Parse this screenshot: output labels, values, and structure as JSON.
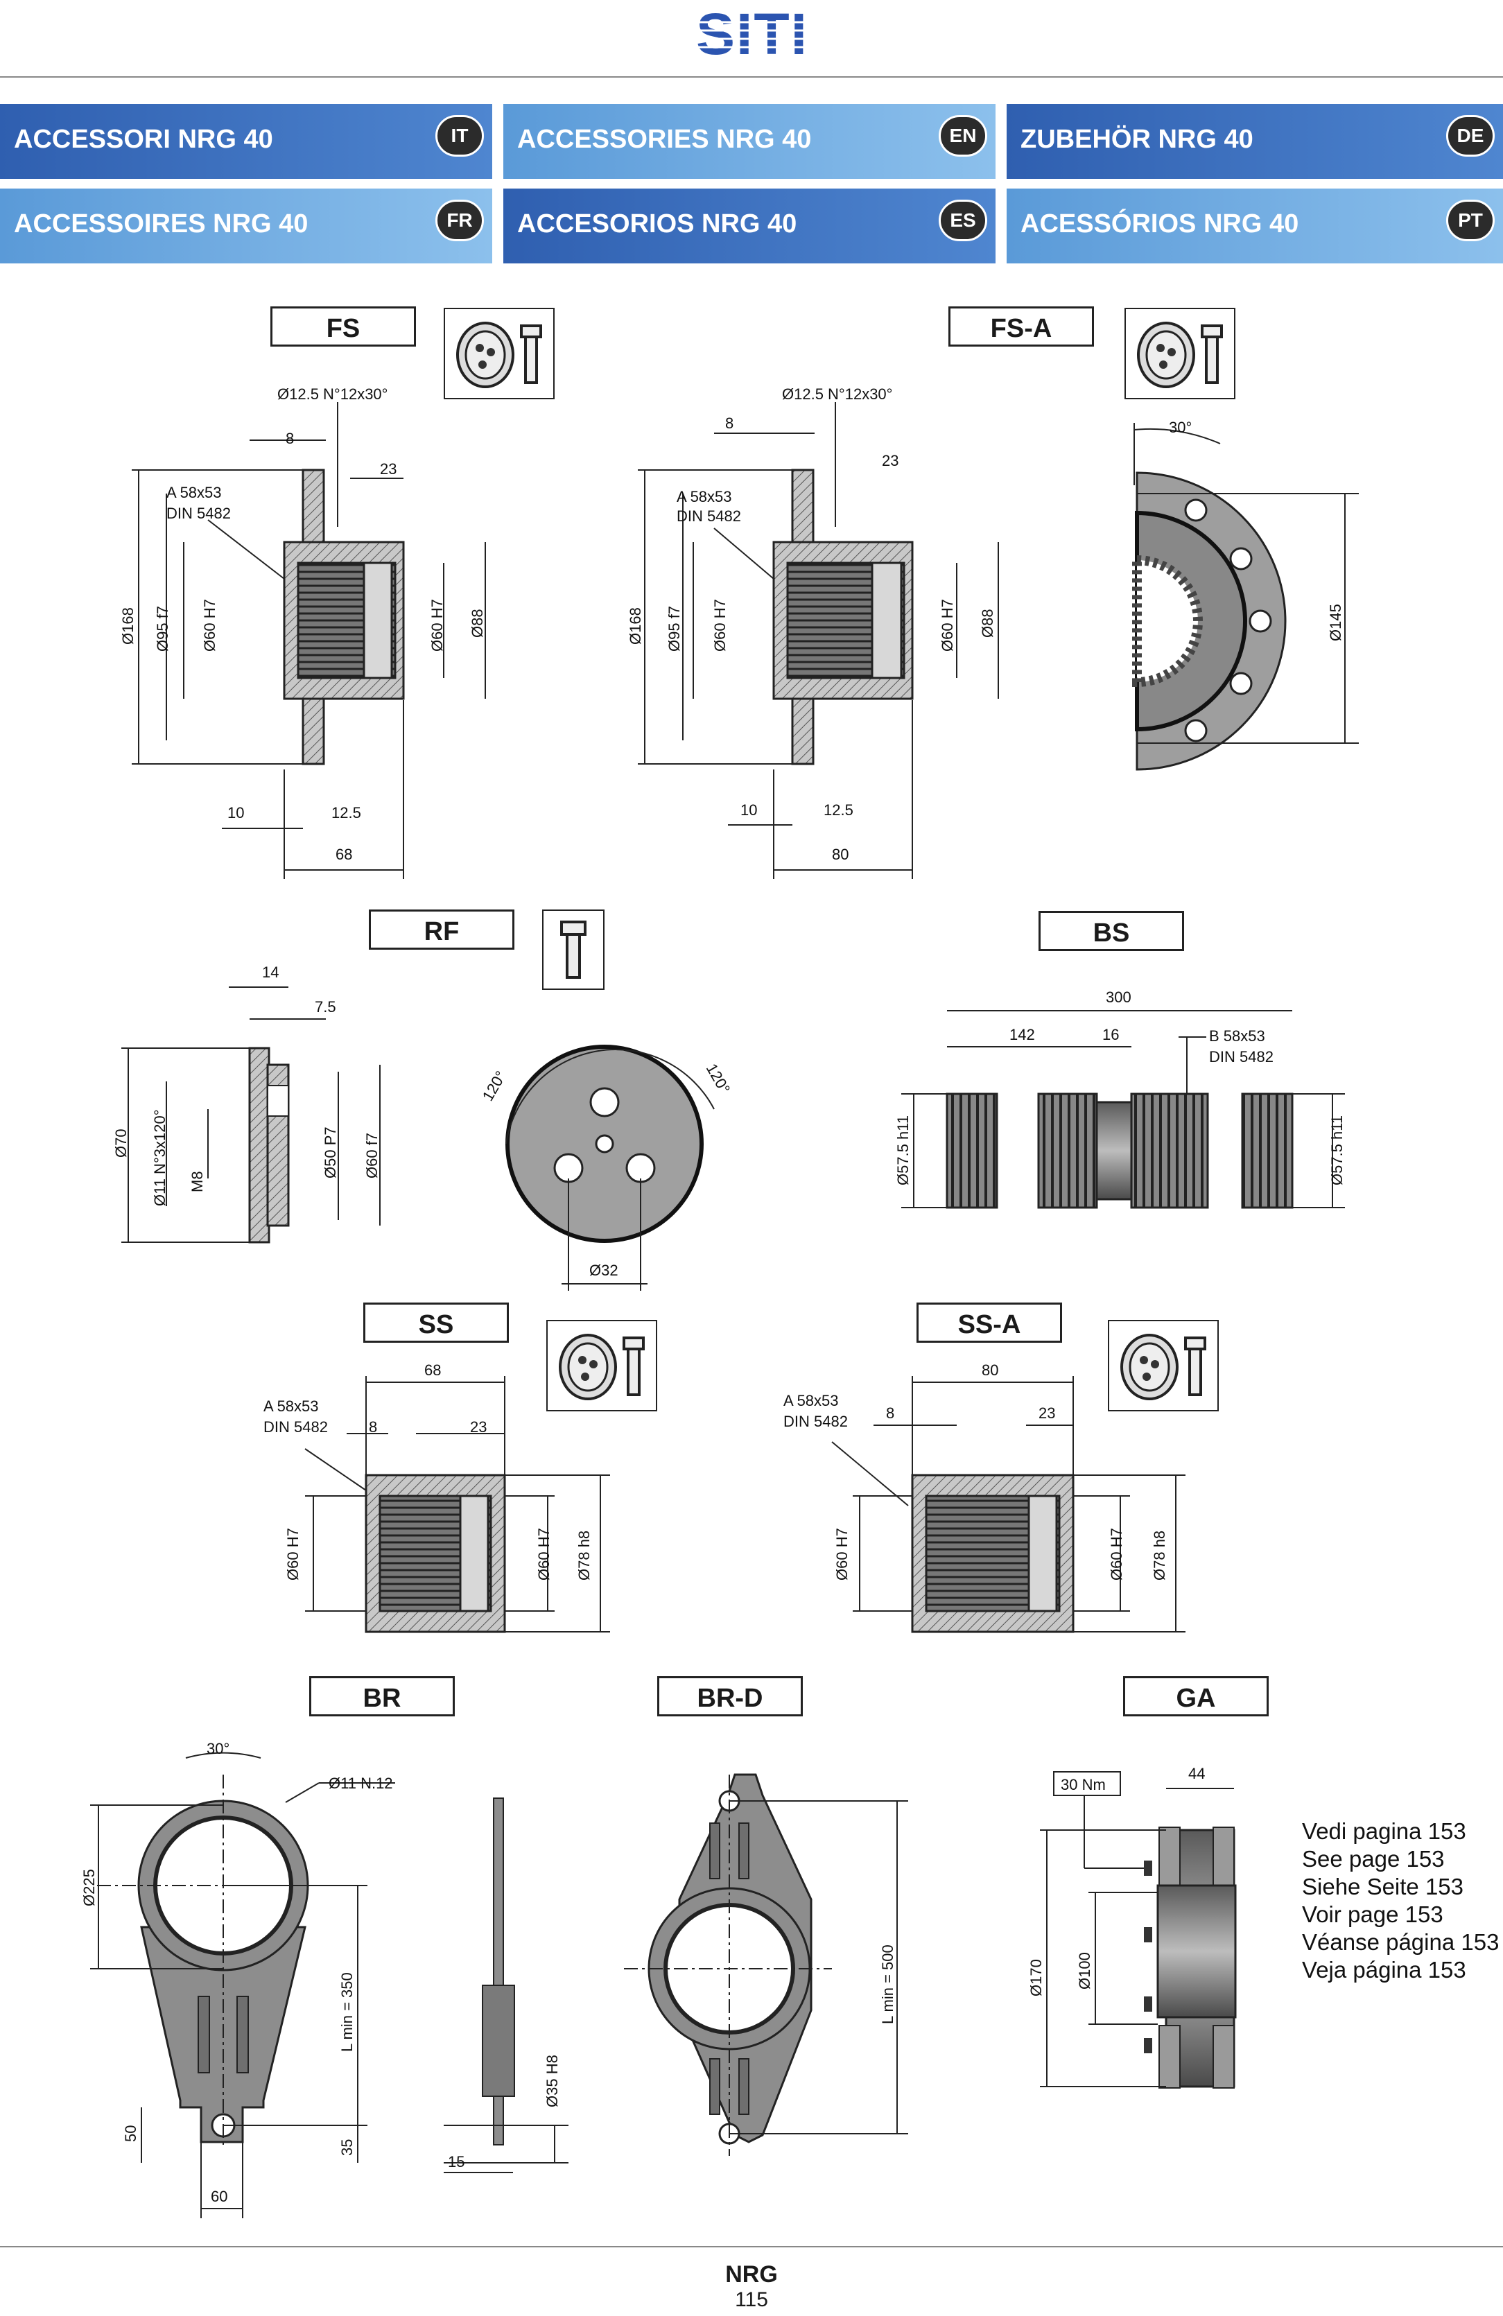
{
  "brand": "SITI",
  "headers": [
    {
      "title": "ACCESSORI NRG 40",
      "lang": "IT"
    },
    {
      "title": "ACCESSORIES NRG 40",
      "lang": "EN"
    },
    {
      "title": "ZUBEHÖR NRG 40",
      "lang": "DE"
    },
    {
      "title": "ACCESSOIRES NRG 40",
      "lang": "FR"
    },
    {
      "title": "ACCESORIOS NRG 40",
      "lang": "ES"
    },
    {
      "title": "ACESSÓRIOS NRG 40",
      "lang": "PT"
    }
  ],
  "parts": {
    "fs": "FS",
    "fsa": "FS-A",
    "rf": "RF",
    "bs": "BS",
    "ss": "SS",
    "ssa": "SS-A",
    "br": "BR",
    "brd": "BR-D",
    "ga": "GA"
  },
  "dims": {
    "fs": {
      "holes": "Ø12.5 N°12x30°",
      "d8": "8",
      "d23": "23",
      "spline1": "A 58x53",
      "spline2": "DIN 5482",
      "d168": "Ø168",
      "d95": "Ø95 f7",
      "d60a": "Ø60 H7",
      "d60b": "Ø60 H7",
      "d88": "Ø88",
      "d10": "10",
      "d125": "12.5",
      "d68": "68"
    },
    "fsa": {
      "holes": "Ø12.5 N°12x30°",
      "d8": "8",
      "d23": "23",
      "spline1": "A 58x53",
      "spline2": "DIN 5482",
      "d168": "Ø168",
      "d95": "Ø95 f7",
      "d60a": "Ø60 H7",
      "d60b": "Ø60 H7",
      "d88": "Ø88",
      "d10": "10",
      "d125": "12.5",
      "d80": "80",
      "ang": "30°",
      "d145": "Ø145"
    },
    "rf": {
      "d14": "14",
      "d75": "7.5",
      "d70": "Ø70",
      "d11": "Ø11 N°3x120°",
      "m8": "M8",
      "d50": "Ø50 P7",
      "d60": "Ø60 f7",
      "a1": "120°",
      "a2": "120°",
      "d32": "Ø32"
    },
    "bs": {
      "d300": "300",
      "d142": "142",
      "d16": "16",
      "spline1": "B 58x53",
      "spline2": "DIN 5482",
      "d575a": "Ø57.5 h11",
      "d575b": "Ø57.5 h11"
    },
    "ss": {
      "d68": "68",
      "spline1": "A 58x53",
      "spline2": "DIN 5482",
      "d8": "8",
      "d23": "23",
      "d60a": "Ø60 H7",
      "d60b": "Ø60 H7",
      "d78": "Ø78 h8"
    },
    "ssa": {
      "d80": "80",
      "spline1": "A 58x53",
      "spline2": "DIN 5482",
      "d8": "8",
      "d23": "23",
      "d60a": "Ø60 H7",
      "d60b": "Ø60 H7",
      "d78": "Ø78 h8"
    },
    "br": {
      "ang": "30°",
      "holes": "Ø11 N.12",
      "d225": "Ø225",
      "lmin": "L min = 350",
      "d50": "50",
      "d35": "35",
      "d60": "60",
      "d35h8": "Ø35 H8",
      "d15": "15"
    },
    "brd": {
      "lmin": "L min = 500"
    },
    "ga": {
      "torque": "30 Nm",
      "d44": "44",
      "d170": "Ø170",
      "d100": "Ø100"
    }
  },
  "ref_lines": [
    "Vedi pagina 153",
    "See page 153",
    "Siehe Seite 153",
    "Voir page 153",
    "Véanse página 153",
    "Veja página 153"
  ],
  "footer": {
    "title": "NRG",
    "page": "115"
  }
}
